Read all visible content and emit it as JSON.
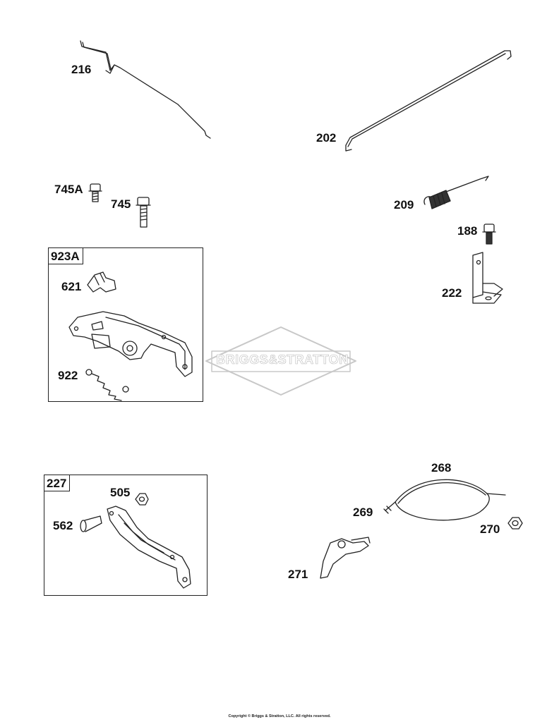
{
  "watermark": {
    "text": "BRIGGS&STRATTON"
  },
  "kits": [
    {
      "id": "kit-923a",
      "tag": "923A"
    },
    {
      "id": "kit-227",
      "tag": "227"
    }
  ],
  "parts": {
    "p216": "216",
    "p202": "202",
    "p745a": "745A",
    "p745": "745",
    "p209": "209",
    "p188": "188",
    "p222": "222",
    "p621": "621",
    "p922": "922",
    "p505": "505",
    "p562": "562",
    "p268": "268",
    "p269": "269",
    "p270": "270",
    "p271": "271"
  },
  "footer": {
    "copyright": "Copyright © Briggs & Stratton, LLC. All rights reserved."
  }
}
